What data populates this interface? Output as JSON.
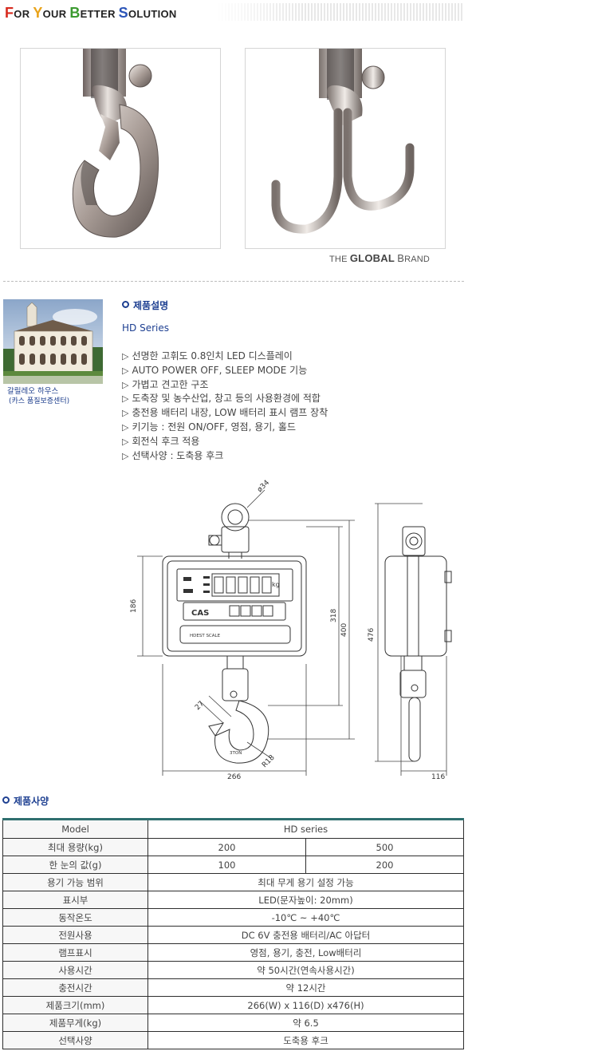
{
  "header": {
    "slogan_parts": [
      {
        "initial": "F",
        "rest": "OR "
      },
      {
        "initial": "Y",
        "rest": "OUR "
      },
      {
        "initial": "B",
        "rest": "ETTER "
      },
      {
        "initial": "S",
        "rest": "OLUTION"
      }
    ]
  },
  "brand": {
    "the": "THE",
    "global": "GLOBAL",
    "b": "B",
    "rest": "RAND"
  },
  "house_caption": {
    "line1": "갈릴레오 하우스",
    "line2": "(카스 품질보증센터)"
  },
  "description": {
    "title": "제품설명",
    "series": "HD Series",
    "bullet": "▷",
    "features": [
      "선명한 고휘도 0.8인치 LED 디스플레이",
      "AUTO POWER OFF, SLEEP MODE 기능",
      "가볍고 견고한 구조",
      "도축장 및 농수산업, 창고 등의 사용환경에 적합",
      "충전용 배터리 내장, LOW 배터리 표시 램프 장착",
      "키기능 : 전원 ON/OFF, 영점, 용기, 홀드",
      "회전식 후크 적용",
      "선택사양 : 도축용 후크"
    ]
  },
  "drawing": {
    "dims": {
      "ring_dia": "ø34",
      "body_h": "186",
      "hook_to_top": "318",
      "total_front": "400",
      "total_side": "476",
      "hook_w": "27",
      "radius": "R18",
      "width": "266",
      "depth": "116"
    },
    "panel": {
      "brand": "CAS",
      "model": "HDEST SCALE",
      "unit": "kg"
    },
    "hook_mark": "3TON"
  },
  "spec": {
    "title": "제품사양",
    "header": {
      "label": "Model",
      "value": "HD series"
    },
    "rows": [
      {
        "label": "최대 용량(kg)",
        "values": [
          "200",
          "500"
        ]
      },
      {
        "label": "한 눈의 값(g)",
        "values": [
          "100",
          "200"
        ]
      },
      {
        "label": "용기 가능 범위",
        "value": "최대 무게 용기 설정 가능"
      },
      {
        "label": "표시부",
        "value": "LED(문자높이: 20mm)"
      },
      {
        "label": "동작온도",
        "value": "-10℃ ~ +40℃"
      },
      {
        "label": "전원사용",
        "value": "DC 6V 충전용 배터리/AC 아답터"
      },
      {
        "label": "램프표시",
        "value": "영점, 용기, 충전, Low배터리"
      },
      {
        "label": "사용시간",
        "value": "약 50시간(연속사용시간)"
      },
      {
        "label": "충전시간",
        "value": "약 12시간"
      },
      {
        "label": "제품크기(mm)",
        "value": "266(W) x 116(D) x476(H)"
      },
      {
        "label": "제품무게(kg)",
        "value": "약 6.5"
      },
      {
        "label": "선택사양",
        "value": "도축용 후크"
      }
    ]
  }
}
